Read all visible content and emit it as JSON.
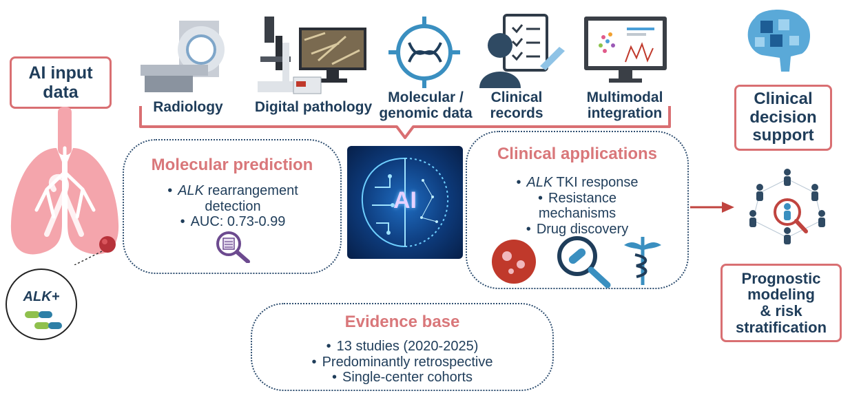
{
  "input": {
    "title": "AI input data",
    "lines": [
      "AI input",
      "data"
    ]
  },
  "alk_badge": "ALK+",
  "sources": [
    {
      "label_lines": [
        "Radiology"
      ],
      "icon": "ct-scanner-icon"
    },
    {
      "label_lines": [
        "Digital pathology"
      ],
      "icon": "microscope-icon"
    },
    {
      "label_lines": [
        "Molecular /",
        "genomic data"
      ],
      "icon": "dna-icon"
    },
    {
      "label_lines": [
        "Clinical",
        "records"
      ],
      "icon": "clipboard-clinician-icon"
    },
    {
      "label_lines": [
        "Multimodal",
        "integration"
      ],
      "icon": "monitor-charts-icon"
    }
  ],
  "ai_label": "AI",
  "molecular_prediction": {
    "title": "Molecular prediction",
    "item1_italic": "ALK",
    "item1_rest_line1": " rearrangement",
    "item1_rest_line2": "detection",
    "item2": "AUC: 0.73-0.99"
  },
  "clinical_applications": {
    "title": "Clinical applications",
    "item1_italic": "ALK",
    "item1_rest": " TKI response",
    "item2_line1": "Resistance",
    "item2_line2": "mechanisms",
    "item3": "Drug discovery"
  },
  "evidence_base": {
    "title": "Evidence base",
    "items": [
      "13 studies (2020-2025)",
      "Predominantly retrospective",
      "Single-center cohorts"
    ]
  },
  "outputs": {
    "clinical_decision_support": [
      "Clinical",
      "decision",
      "support"
    ],
    "prognostic": [
      "Prognostic",
      "modeling",
      "& risk",
      "stratification"
    ]
  },
  "colors": {
    "accent_red": "#d96f72",
    "navy": "#1f3d5a",
    "lung_pink": "#f4a5ac",
    "ai_blue": "#0d3a7a"
  }
}
